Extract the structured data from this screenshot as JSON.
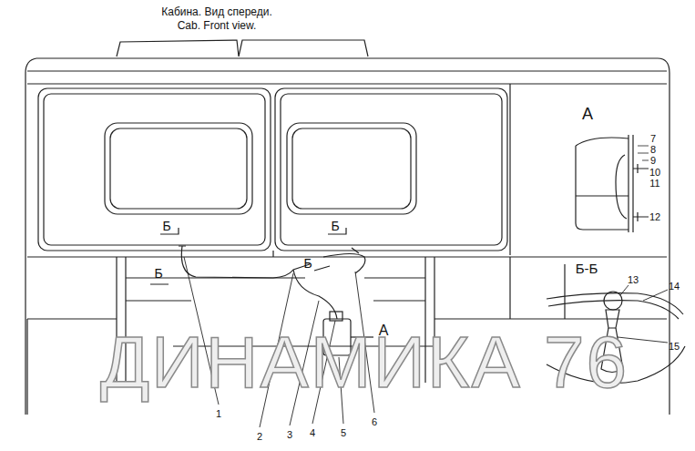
{
  "diagram": {
    "title": "Кабина. Вид спереди. Cab. Front view.",
    "labels": [
      "А",
      "Б-Б",
      "Б",
      "Б",
      "Б",
      "Б",
      "А",
      "1",
      "2",
      "3",
      "4",
      "5",
      "6",
      "7",
      "8",
      "9",
      "10",
      "11",
      "12",
      "13",
      "14",
      "15",
      "ДИНАМИКА 76"
    ]
  }
}
